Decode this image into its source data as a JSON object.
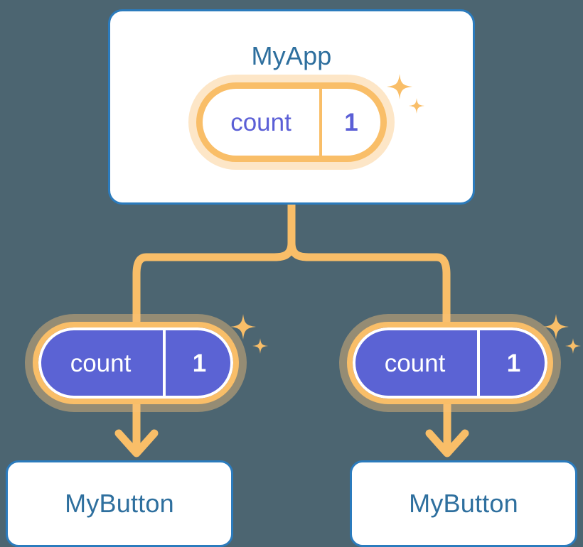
{
  "diagram": {
    "title_text": "MyApp",
    "background_color": "#4c6571",
    "accent_orange": "#f9be68",
    "accent_glow": "#fadfb6",
    "accent_blue": "#2b7bbd",
    "text_blue": "#2e6f9e",
    "accent_purple": "#5b63d4",
    "purple_text": "#5b5fd6"
  },
  "root": {
    "label": "MyApp",
    "state": {
      "key": "count",
      "value": "1"
    }
  },
  "children": [
    {
      "label": "MyButton",
      "state": {
        "key": "count",
        "value": "1"
      }
    },
    {
      "label": "MyButton",
      "state": {
        "key": "count",
        "value": "1"
      }
    }
  ],
  "icons": {
    "sparkle_large": "sparkle-large-icon",
    "sparkle_small": "sparkle-small-icon",
    "arrow_down": "arrow-down-icon",
    "branch_connector": "branch-connector-icon"
  }
}
